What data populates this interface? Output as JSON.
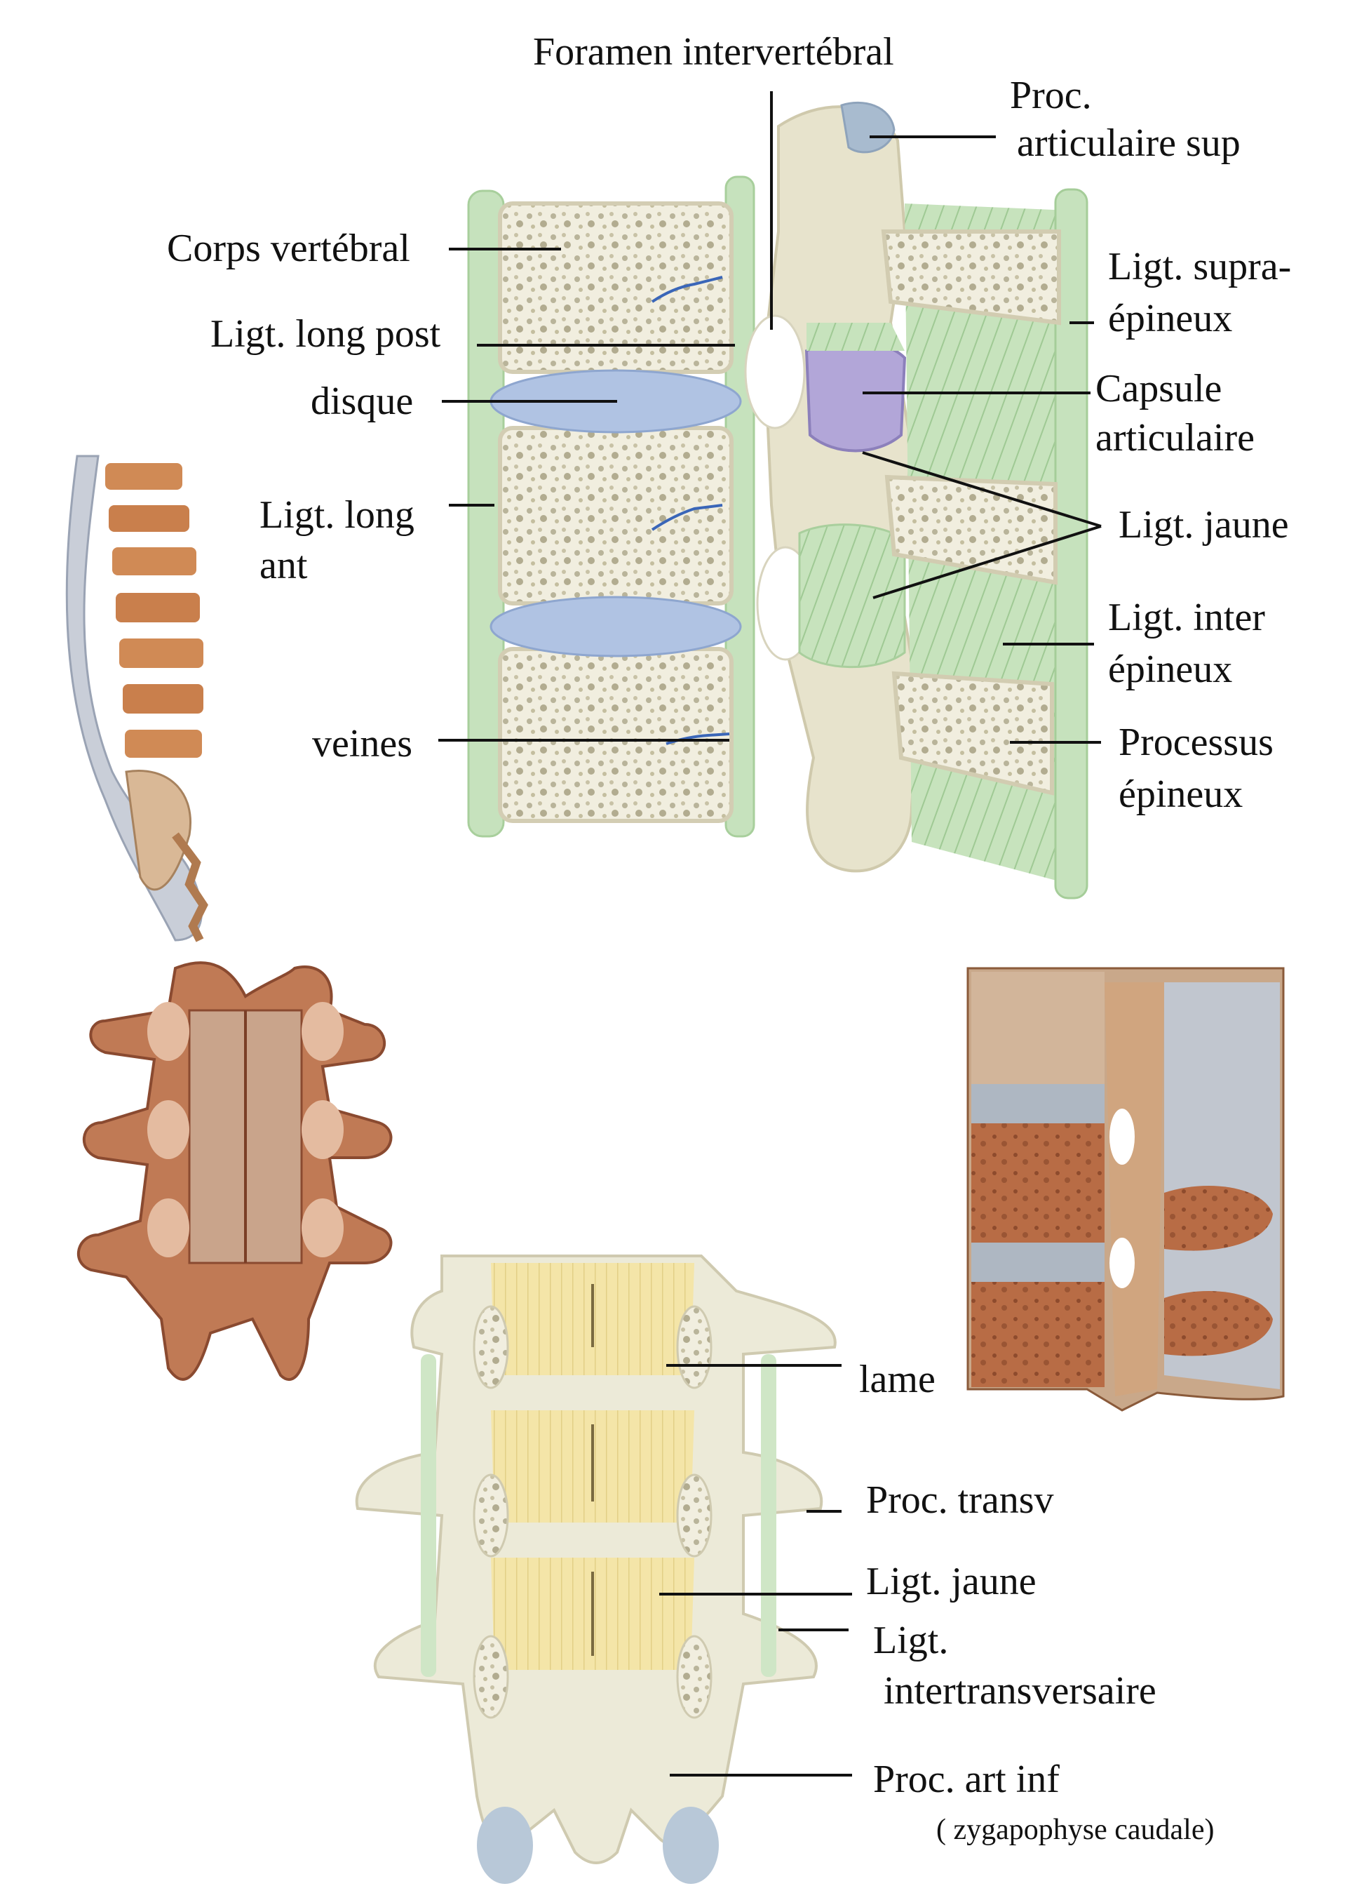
{
  "labels": {
    "foramen": "Foramen intervertébral",
    "proc_art_sup_1": "Proc.",
    "proc_art_sup_2": "articulaire sup",
    "corps_vertebral": "Corps vertébral",
    "ligt_long_post": "Ligt. long post",
    "disque": "disque",
    "ligt_long_ant_1": "Ligt. long",
    "ligt_long_ant_2": "ant",
    "veines": "veines",
    "ligt_supra_1": "Ligt. supra-",
    "ligt_supra_2": "épineux",
    "capsule_1": "Capsule",
    "capsule_2": "articulaire",
    "ligt_jaune_top": "Ligt. jaune",
    "ligt_inter_1": "Ligt. inter",
    "ligt_inter_2": "épineux",
    "processus_1": "Processus",
    "processus_2": "épineux",
    "lame": "lame",
    "proc_transv": "Proc. transv",
    "ligt_jaune_bottom": "Ligt.  jaune",
    "ligt_intertrans_1": "Ligt.",
    "ligt_intertrans_2": "intertransversaire",
    "proc_art_inf": "Proc. art inf",
    "zygapophyse": "( zygapophyse caudale)"
  },
  "colors": {
    "bone": "#ece9d6",
    "bone_edge": "#cfcab0",
    "disc": "#aec2e2",
    "ligament_green": "#c8e4bf",
    "ligament_yellow": "#f3e4a6",
    "capsule": "#b2a6d8",
    "brown": "#b9714f",
    "brown_dark": "#8a4a30"
  }
}
